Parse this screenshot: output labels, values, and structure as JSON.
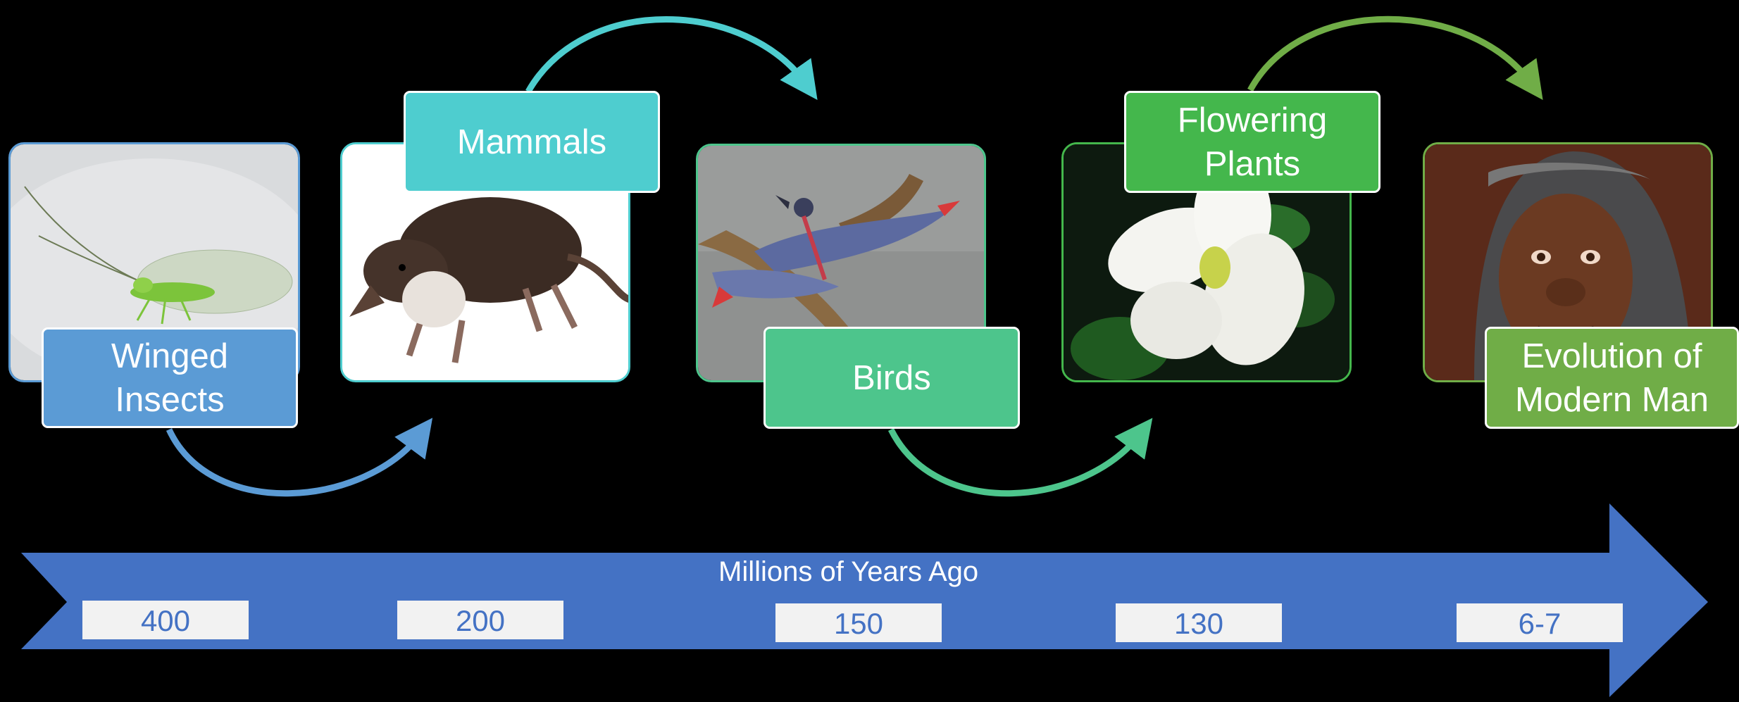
{
  "timeline": {
    "axis_title": "Millions of Years Ago",
    "ticks": [
      "400",
      "200",
      "150",
      "130",
      "6-7"
    ]
  },
  "events": [
    {
      "label": "Winged\nInsects",
      "color": "#5b9bd5",
      "image": "lacewing-photo"
    },
    {
      "label": "Mammals",
      "color": "#4ecdcf",
      "image": "early-mammal-photo"
    },
    {
      "label": "Birds",
      "color": "#4dc58c",
      "image": "feathered-dinosaur-photo"
    },
    {
      "label": "Flowering\nPlants",
      "color": "#44b74c",
      "image": "magnolia-flower-photo"
    },
    {
      "label": "Evolution of\nModern Man",
      "color": "#70ad47",
      "image": "hominin-photo"
    }
  ],
  "colors": {
    "arrow": "#4472c4",
    "background": "#000000",
    "tick_box": "#f2f2f2"
  }
}
